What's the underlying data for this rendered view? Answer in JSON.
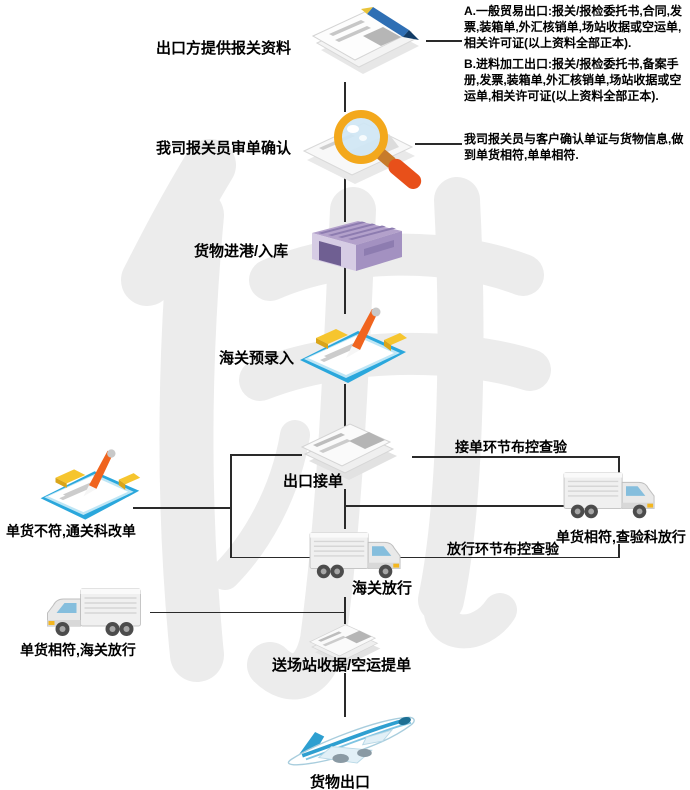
{
  "steps": [
    {
      "label": "出口方提供报关资料",
      "icon": "documents-pen-icon"
    },
    {
      "label": "我司报关员审单确认",
      "icon": "magnifier-documents-icon"
    },
    {
      "label": "货物进港/入库",
      "icon": "warehouse-icon"
    },
    {
      "label": "海关预录入",
      "icon": "clipboard-pen-icon"
    },
    {
      "label": "出口接单",
      "icon": "documents-stack-icon"
    },
    {
      "label": "海关放行",
      "icon": "truck-icon"
    },
    {
      "label": "送场站收据/空运提单",
      "icon": "documents-stack-icon"
    },
    {
      "label": "货物出口",
      "icon": "airplane-icon"
    }
  ],
  "branches": {
    "reject": {
      "label": "单货不符,通关科改单",
      "icon": "clipboard-pen-icon"
    },
    "inspect": {
      "label": "单货相符,查验科放行",
      "icon": "truck-icon"
    },
    "release": {
      "label": "单货相符,海关放行",
      "icon": "truck-icon"
    }
  },
  "edges": {
    "accept_check": {
      "label": "接单环节布控查验"
    },
    "release_check": {
      "label": "放行环节布控查验"
    }
  },
  "notes": {
    "a": "A.一般贸易出口:报关/报检委托书,合同,发票,装箱单,外汇核销单,场站收据或空运单,相关许可证(以上资料全部正本).",
    "b": "B.进料加工出口:报关/报检委托书,备案手册,发票,装箱单,外汇核销单,场站收据或空运单,相关许可证(以上资料全部正本).",
    "confirm": "我司报关员与客户确认单证与货物信息,做到单货相符,单单相符."
  },
  "watermark": {
    "character": "佛"
  },
  "colors": {
    "line": "#2a2a2a",
    "text": "#000000",
    "watermark": "#ececec",
    "clipboard_cyan": "#2aa7dc",
    "pen_orange": "#f0641e",
    "pen_blue": "#2f6fb4",
    "magnifier_orange": "#f3a81c",
    "warehouse_purple": "#b3a1cb",
    "plane_blue": "#2e9fd0",
    "clip_yellow": "#f6c52e",
    "truck_body": "#f0f0f0"
  }
}
